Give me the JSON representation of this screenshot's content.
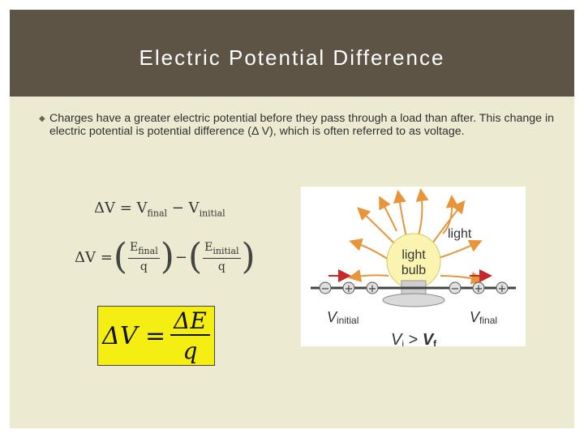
{
  "slide": {
    "title": "Electric Potential Difference",
    "bullet": "Charges have a greater electric potential before they pass through a load than after. This change in electric potential is potential difference (Δ V), which is often referred to as voltage."
  },
  "equations": {
    "eq1": {
      "lhs": "ΔV = V",
      "final_sub": "final",
      "minus": " − V",
      "initial_sub": "initial"
    },
    "eq2": {
      "lhs": "ΔV =",
      "e1": "E",
      "e1_sub": "final",
      "d1": "q",
      "minus": "−",
      "e2": "E",
      "e2_sub": "initial",
      "d2": "q"
    },
    "boxed": {
      "lhs": "ΔV =",
      "num": "ΔE",
      "den": "q"
    }
  },
  "figure": {
    "light_label": "light",
    "bulb_label_1": "light",
    "bulb_label_2": "bulb",
    "v_initial": "V",
    "v_initial_sub": "initial",
    "v_final": "V",
    "v_final_sub": "final",
    "relation_vi": "V",
    "relation_vi_sub": "i",
    "relation_op": " > ",
    "relation_vf": "V",
    "relation_vf_sub": "f",
    "colors": {
      "arrow": "#e8953a",
      "bulb": "#fbf3b0",
      "charge": "#555555",
      "arrow_red": "#c8282a"
    }
  },
  "colors": {
    "title_bar": "#5d5446",
    "slide_bg": "#ecebd1",
    "highlight": "#f5ee12"
  }
}
